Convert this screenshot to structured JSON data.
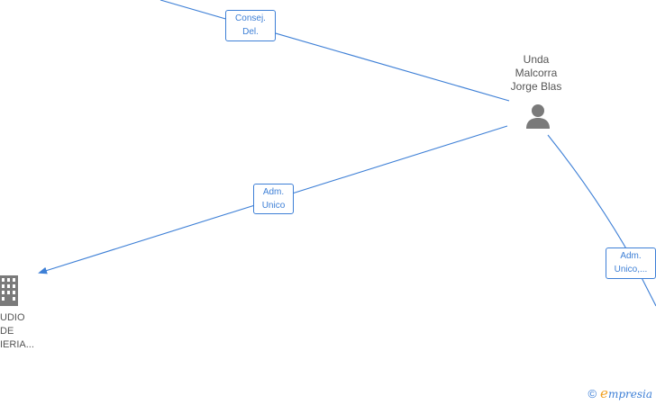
{
  "nodes": {
    "person": {
      "lines": [
        "Unda",
        "Malcorra",
        "Jorge Blas"
      ],
      "icon": "person-icon"
    },
    "company": {
      "lines": [
        "UDIO",
        "DE",
        "IERIA..."
      ],
      "icon": "building-icon"
    }
  },
  "edges": {
    "top": {
      "lines": [
        "Consej.",
        "Del."
      ]
    },
    "left": {
      "lines": [
        "Adm.",
        "Unico"
      ]
    },
    "right": {
      "lines": [
        "Adm.",
        "Unico,..."
      ]
    }
  },
  "watermark": {
    "copyright": "©",
    "brand_initial": "e",
    "brand_rest": "mpresia"
  },
  "colors": {
    "edge": "#3d7fd6",
    "node_text": "#555555",
    "icon": "#7a7a7a",
    "brand_accent": "#f0a020"
  }
}
